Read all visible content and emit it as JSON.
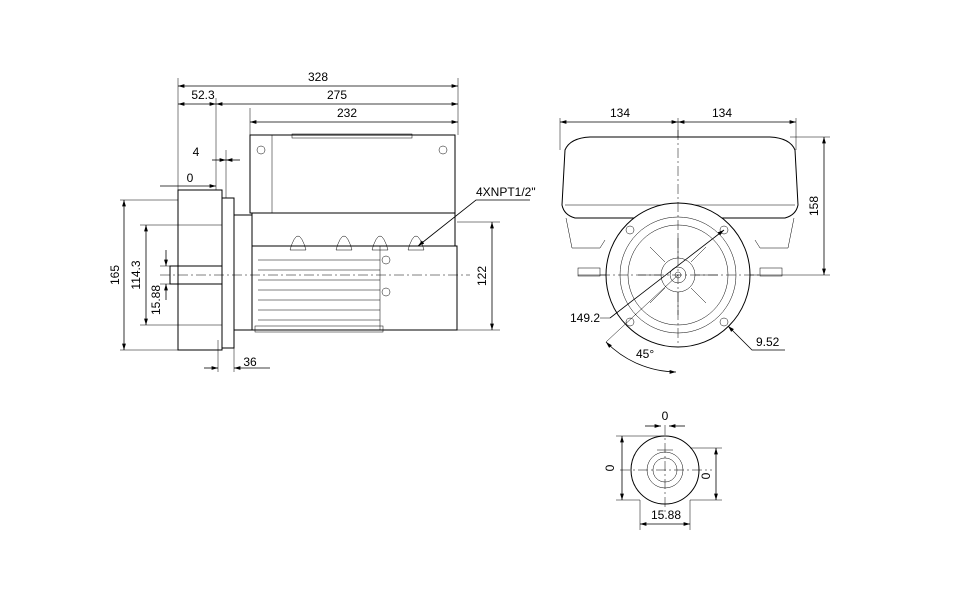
{
  "side_view": {
    "overall_length": "328",
    "flange_to_end": "275",
    "body_length": "232",
    "shaft_offset": "52.3",
    "flange_gap": "4",
    "shaft_origin": "0",
    "flange_height": "165",
    "pilot_diameter": "114.3",
    "shaft_diameter": "15.88",
    "axis_height": "122",
    "flange_thickness": "36",
    "conduit_label": "4XNPT1/2\""
  },
  "front_view": {
    "width_left": "134",
    "width_right": "134",
    "height": "158",
    "bolt_circle": "149.2",
    "angle": "45°",
    "hole_diameter": "9.52"
  },
  "shaft_detail": {
    "top_offset": "0",
    "left_offset": "0",
    "right_offset": "0",
    "diameter": "15.88"
  }
}
